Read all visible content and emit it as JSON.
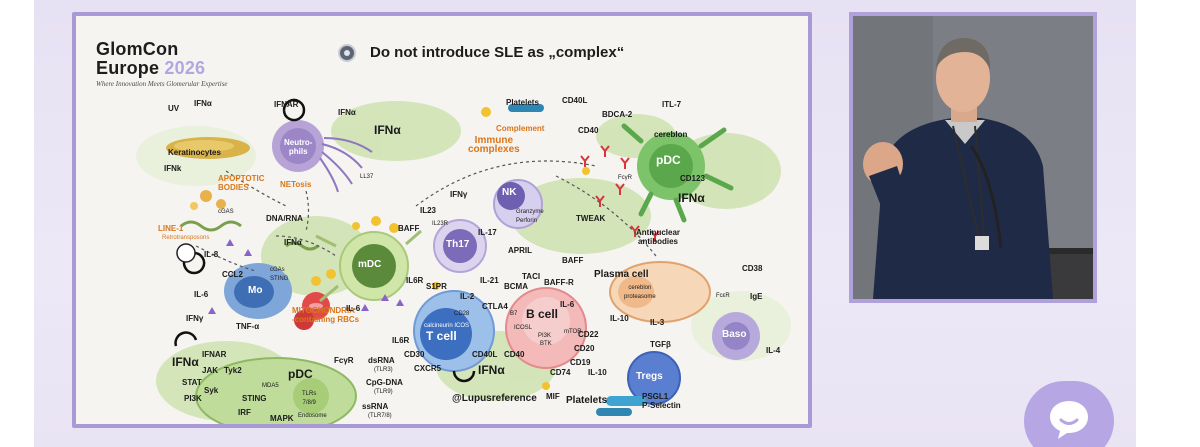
{
  "slide": {
    "logo_line1": "GlomCon",
    "logo_line2": "Europe",
    "logo_year": "2026",
    "tagline": "Where Innovation Meets Glomerular Expertise",
    "headline": "Do not introduce SLE as „complex“",
    "labels": {
      "uv": "UV",
      "ifna_top": "IFNα",
      "keratinocytes": "Keratinocytes",
      "ifnk": "IFNk",
      "ifnar_top": "IFNAR",
      "ifna_neut": "IFNα",
      "neutrophils": "Neutro-\nphils",
      "ifna_cloud1": "IFNα",
      "ll37": "LL37",
      "apoptotic": "APOPTOTIC\nBODIES",
      "netosis": "NETosis",
      "dna_rna": "DNA/RNA",
      "line1": "LINE-1",
      "retro": "Retrotransposons",
      "cgas_top": "cGAS",
      "il8": "IL-8",
      "ccl2": "CCL2",
      "ifna_green": "IFNα",
      "cgas_sting": "cGAs\nSTING",
      "mo": "Mo",
      "il6_left": "IL-6",
      "ifny_left": "IFNγ",
      "tnfa": "TNF-α",
      "mito": "MITOCHONDRIA\n-containing RBCs",
      "platelets_top": "Platelets",
      "cd40l_top": "CD40L",
      "cd40_top": "CD40",
      "bdca2": "BDCA-2",
      "itl7": "ITL-7",
      "cereblon_pdc": "cereblon",
      "pdc_top": "pDC",
      "cd123": "CD123",
      "ifna_right": "IFNα",
      "complement": "Complement",
      "immune": "Immune\ncomplexes",
      "fcry_top": "FcγR",
      "ifny_mid": "IFNγ",
      "nk": "NK",
      "granzyme": "Granzyme\nPerforin",
      "il23": "IL23",
      "il23r": "IL23R",
      "baff_top": "BAFF",
      "il17": "IL-17",
      "tweak": "TWEAK",
      "antinuclear": "Antinuclear\nantibodies",
      "mdc": "mDC",
      "th17": "Th17",
      "april": "APRIL",
      "baff_right": "BAFF",
      "taci": "TACI",
      "baff_r": "BAFF-R",
      "bcma": "BCMA",
      "il21": "IL-21",
      "il6r": "IL6R",
      "s1pr": "S1PR",
      "il2": "IL-2",
      "il6_mid": "IL-6",
      "ctla4": "CTLA4",
      "cd28": "CD28",
      "calcineurin": "calcineurin ICOS",
      "tcell": "T cell",
      "bcell": "B cell",
      "mtor": "mTOR",
      "pi3k_b": "PI3K",
      "btk": "BTK",
      "b7": "B7",
      "icosl": "ICOSL",
      "il6r_low": "IL6R",
      "cd30": "CD30",
      "cxcr5": "CXCR5",
      "cd40l_mid": "CD40L",
      "cd40_mid": "CD40",
      "plasma": "Plasma cell",
      "cereblon_pl": "cereblon\nproteasome",
      "il6_pl": "IL-6",
      "cd38": "CD38",
      "ige": "IgE",
      "fcre": "FcεR",
      "il10_pl": "IL-10",
      "il3": "IL-3",
      "cd22": "CD22",
      "cd20": "CD20",
      "cd19": "CD19",
      "cd74": "CD74",
      "tgfb": "TGFβ",
      "baso": "Baso",
      "il4": "IL-4",
      "il10_low": "IL-10",
      "tregs": "Tregs",
      "mif": "MIF",
      "platelets_low": "Platelets",
      "psgl1": "PSGL1\nP-Selectin",
      "ifna_low": "IFNα",
      "lupus": "@Lupusreference",
      "ifna_left": "IFNα",
      "ifnar_low": "IFNAR",
      "jak": "JAK",
      "tyk2": "Tyk2",
      "stat": "STAT",
      "syk": "Syk",
      "pi3k_l": "PI3K",
      "irf": "IRF",
      "mapk": "MAPK",
      "sting_low": "STING",
      "mda5": "MDA5",
      "pdc_low": "pDC",
      "tlrs": "TLRs\n7/8/9",
      "endosome": "Endosome",
      "fcyr_low": "FcγR",
      "dsrna": "dsRNA",
      "tlr3": "(TLR3)",
      "cpg": "CpG-DNA",
      "tlr9": "(TLR9)",
      "ssrna": "ssRNA",
      "tlr78": "(TLR7/8)"
    }
  },
  "colors": {
    "accent_purple": "#b6a6e3",
    "frame_purple": "#a99ad6",
    "label_orange": "#d9761c"
  },
  "chat": {
    "icon": "chat-bubble-icon"
  }
}
